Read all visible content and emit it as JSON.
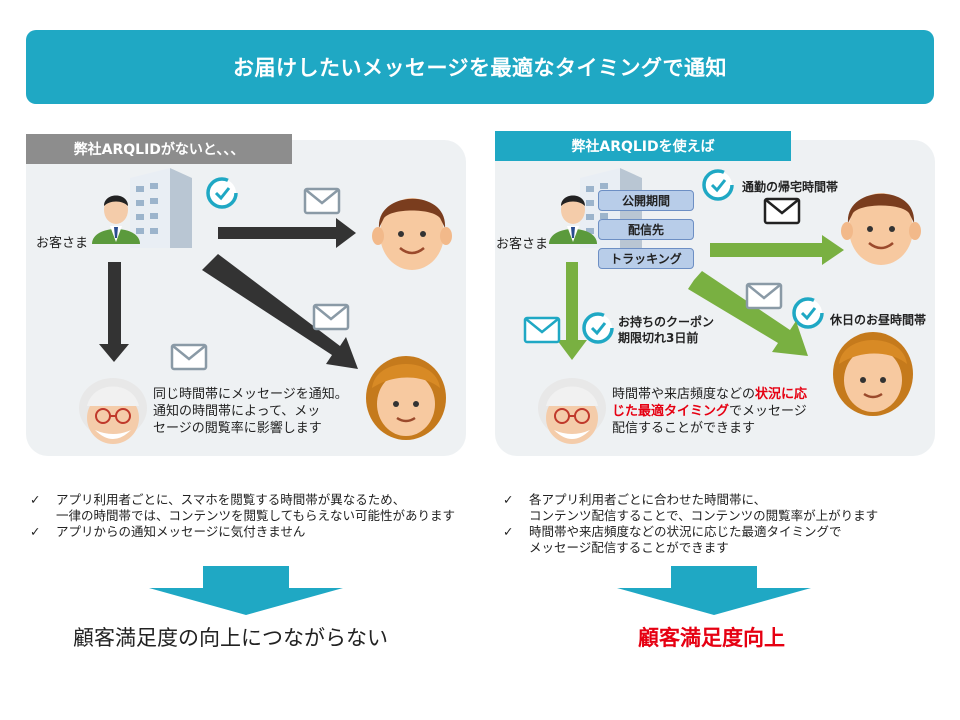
{
  "banner": {
    "title": "お届けしたいメッセージを最適なタイミングで通知"
  },
  "left": {
    "tab": "弊社ARQLIDがないと、、、",
    "customer_label": "お客さま",
    "note_lines": [
      "同じ時間帯にメッセージを通知。",
      "通知の時間帯によって、メッ",
      "セージの閲覧率に影響します"
    ],
    "bullets": [
      {
        "check": "✓",
        "lines": [
          "アプリ利用者ごとに、スマホを閲覧する時間帯が異なるため、",
          "一律の時間帯では、コンテンツを閲覧してもらえない可能性があります"
        ]
      },
      {
        "check": "✓",
        "lines": [
          "アプリからの通知メッセージに気付きません"
        ]
      }
    ],
    "conclusion": "顧客満足度の向上につながらない"
  },
  "right": {
    "tab": "弊社ARQLIDを使えば",
    "customer_label": "お客さま",
    "tags": [
      "公開期間",
      "配信先",
      "トラッキング"
    ],
    "timing_commute": "通勤の帰宅時間帯",
    "timing_holiday": "休日のお昼時間帯",
    "timing_coupon_lines": [
      "お持ちのクーポン",
      "期限切れ3日前"
    ],
    "note_line1_pre": "時間帯や来店頻度などの",
    "note_line1_red": "状況に応",
    "note_line2_red": "じた最適タイミング",
    "note_line2_post": "でメッセージ",
    "note_line3": "配信することができます",
    "bullets": [
      {
        "check": "✓",
        "lines": [
          "各アプリ利用者ごとに合わせた時間帯に、",
          "コンテンツ配信することで、コンテンツの閲覧率が上がります"
        ]
      },
      {
        "check": "✓",
        "lines": [
          "時間帯や来店頻度などの状況に応じた最適タイミングで",
          "メッセージ配信することができます"
        ]
      }
    ],
    "conclusion": "顧客満足度向上"
  },
  "colors": {
    "accent": "#1fa8c4",
    "grey_tab": "#8d8d8d",
    "green_arrow": "#79b041",
    "dark_arrow": "#333333",
    "red": "#e60012",
    "tag_fill": "#b8cde9"
  },
  "icons": [
    "building-icon",
    "businessman-icon",
    "clock-icon",
    "envelope-icon",
    "young-man-icon",
    "woman-icon",
    "elderly-man-icon",
    "down-arrow-icon"
  ]
}
